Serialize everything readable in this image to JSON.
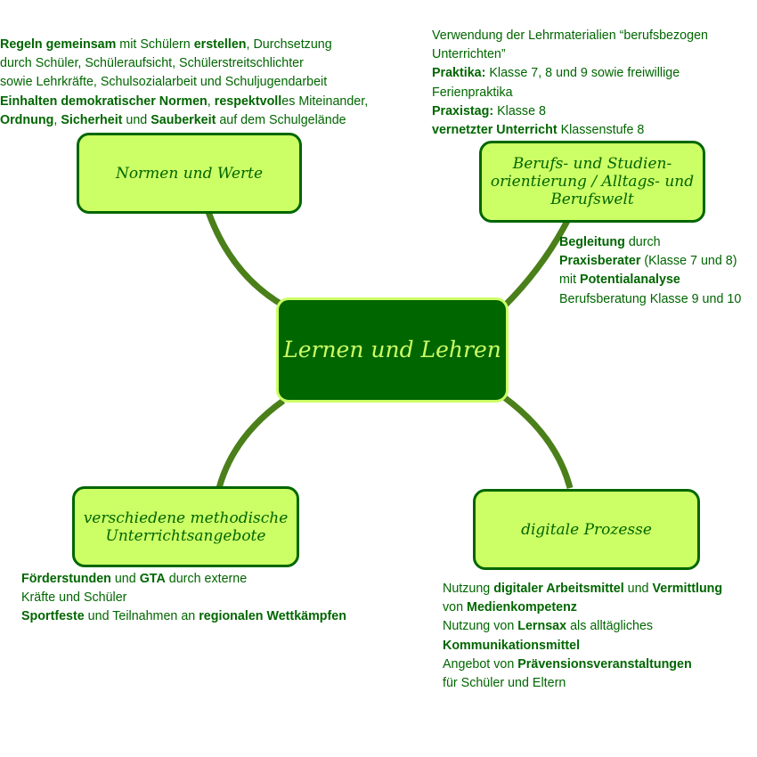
{
  "colors": {
    "text_green": "#006600",
    "node_fill": "#ccff66",
    "node_border": "#006600",
    "center_fill": "#006600",
    "center_border": "#ccff66",
    "connector": "#4a7f1a"
  },
  "center": {
    "label": "Lernen und Lehren"
  },
  "nodes": {
    "normen": {
      "label": "Normen und Werte"
    },
    "berufs": {
      "label": "Berufs- und Studien-\norientierung / Alltags- und\nBerufswelt"
    },
    "methodisch": {
      "label": "verschiedene methodische\nUnterrichtsangebote"
    },
    "digital": {
      "label": "digitale Prozesse"
    }
  },
  "notes": {
    "normen": [
      [
        {
          "t": "Regeln gemeinsam",
          "b": true
        },
        {
          "t": " mit Schülern ",
          "b": false
        },
        {
          "t": "erstellen",
          "b": true
        },
        {
          "t": ", Durchsetzung",
          "b": false
        }
      ],
      [
        {
          "t": "durch Schüler, Schüleraufsicht, Schülerstreitschlichter",
          "b": false
        }
      ],
      [
        {
          "t": "sowie Lehrkräfte, Schulsozialarbeit und Schuljugendarbeit",
          "b": false
        }
      ],
      [
        {
          "t": "Einhalten demokratischer Normen",
          "b": true
        },
        {
          "t": ", ",
          "b": false
        },
        {
          "t": "respektvoll",
          "b": true
        },
        {
          "t": "es Miteinander,",
          "b": false
        }
      ],
      [
        {
          "t": "Ordnung",
          "b": true
        },
        {
          "t": ", ",
          "b": false
        },
        {
          "t": "Sicherheit",
          "b": true
        },
        {
          "t": " und ",
          "b": false
        },
        {
          "t": "Sauberkeit",
          "b": true
        },
        {
          "t": " auf dem Schulgelände",
          "b": false
        }
      ]
    ],
    "berufs_top": [
      [
        {
          "t": "Verwendung der Lehrmaterialien “berufsbezogen",
          "b": false
        }
      ],
      [
        {
          "t": "Unterrichten”",
          "b": false
        }
      ],
      [
        {
          "t": "Praktika:",
          "b": true
        },
        {
          "t": " Klasse 7, 8 und 9 sowie freiwillige",
          "b": false
        }
      ],
      [
        {
          "t": "Ferienpraktika",
          "b": false
        }
      ],
      [
        {
          "t": "Praxistag:",
          "b": true
        },
        {
          "t": " Klasse 8",
          "b": false
        }
      ],
      [
        {
          "t": "vernetzter Unterricht",
          "b": true
        },
        {
          "t": " Klassenstufe 8",
          "b": false
        }
      ]
    ],
    "berufs_side": [
      [
        {
          "t": "Begleitung",
          "b": true
        },
        {
          "t": " durch",
          "b": false
        }
      ],
      [
        {
          "t": "Praxisberater",
          "b": true
        },
        {
          "t": " (Klasse 7 und 8)",
          "b": false
        }
      ],
      [
        {
          "t": "mit ",
          "b": false
        },
        {
          "t": "Potentialanalyse",
          "b": true
        }
      ],
      [
        {
          "t": "Berufsberatung Klasse 9 und 10",
          "b": false
        }
      ]
    ],
    "methodisch": [
      [
        {
          "t": "Förderstunden",
          "b": true
        },
        {
          "t": " und ",
          "b": false
        },
        {
          "t": "GTA",
          "b": true
        },
        {
          "t": " durch externe",
          "b": false
        }
      ],
      [
        {
          "t": "Kräfte und Schüler",
          "b": false
        }
      ],
      [
        {
          "t": "Sportfeste",
          "b": true
        },
        {
          "t": " und Teilnahmen an ",
          "b": false
        },
        {
          "t": "regionalen Wettkämpfen",
          "b": true
        }
      ]
    ],
    "digital": [
      [
        {
          "t": "Nutzung ",
          "b": false
        },
        {
          "t": "digitaler Arbeitsmittel",
          "b": true
        },
        {
          "t": " und ",
          "b": false
        },
        {
          "t": "Vermittlung",
          "b": true
        }
      ],
      [
        {
          "t": "von ",
          "b": false
        },
        {
          "t": "Medienkompetenz",
          "b": true
        }
      ],
      [
        {
          "t": "Nutzung von ",
          "b": false
        },
        {
          "t": "Lernsax",
          "b": true
        },
        {
          "t": " als alltägliches",
          "b": false
        }
      ],
      [
        {
          "t": "Kommunikationsmittel",
          "b": true
        }
      ],
      [
        {
          "t": "Angebot von ",
          "b": false
        },
        {
          "t": "Prävensionsveranstaltungen",
          "b": true
        }
      ],
      [
        {
          "t": "für Schüler und Eltern",
          "b": false
        }
      ]
    ]
  }
}
